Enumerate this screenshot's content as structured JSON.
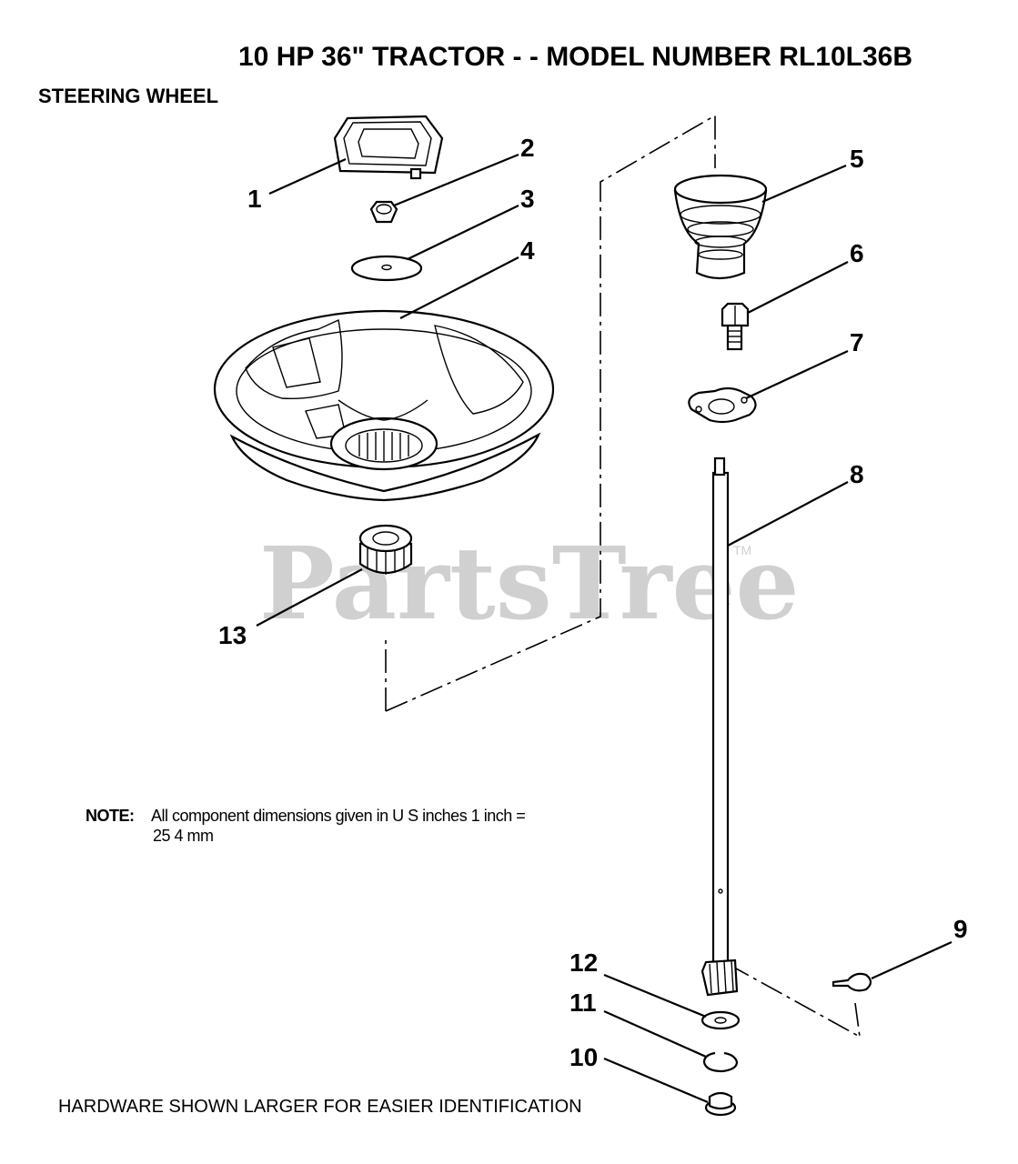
{
  "title": "10 HP 36\" TRACTOR - - MODEL NUMBER RL10L36B",
  "section": "STEERING WHEEL",
  "note": {
    "label": "NOTE:",
    "line1": "All component dimensions given in U S  inches 1 inch =",
    "line2": "25 4 mm"
  },
  "footer": "HARDWARE SHOWN LARGER FOR EASIER IDENTIFICATION",
  "watermark": "PartsTree",
  "watermark_tm": "TM",
  "callouts": {
    "c1": "1",
    "c2": "2",
    "c3": "3",
    "c4": "4",
    "c5": "5",
    "c6": "6",
    "c7": "7",
    "c8": "8",
    "c9": "9",
    "c10": "10",
    "c11": "11",
    "c12": "12",
    "c13": "13"
  },
  "parts": [
    {
      "id": "1",
      "icon": "steering-cap-icon"
    },
    {
      "id": "2",
      "icon": "hex-nut-icon"
    },
    {
      "id": "3",
      "icon": "washer-icon"
    },
    {
      "id": "4",
      "icon": "steering-wheel-icon"
    },
    {
      "id": "5",
      "icon": "steering-boot-icon"
    },
    {
      "id": "6",
      "icon": "hex-bolt-icon"
    },
    {
      "id": "7",
      "icon": "flange-bushing-icon"
    },
    {
      "id": "8",
      "icon": "steering-shaft-icon"
    },
    {
      "id": "9",
      "icon": "key-icon"
    },
    {
      "id": "10",
      "icon": "cap-nut-icon"
    },
    {
      "id": "11",
      "icon": "snap-ring-icon"
    },
    {
      "id": "12",
      "icon": "flat-washer-icon"
    },
    {
      "id": "13",
      "icon": "splined-adapter-icon"
    }
  ]
}
